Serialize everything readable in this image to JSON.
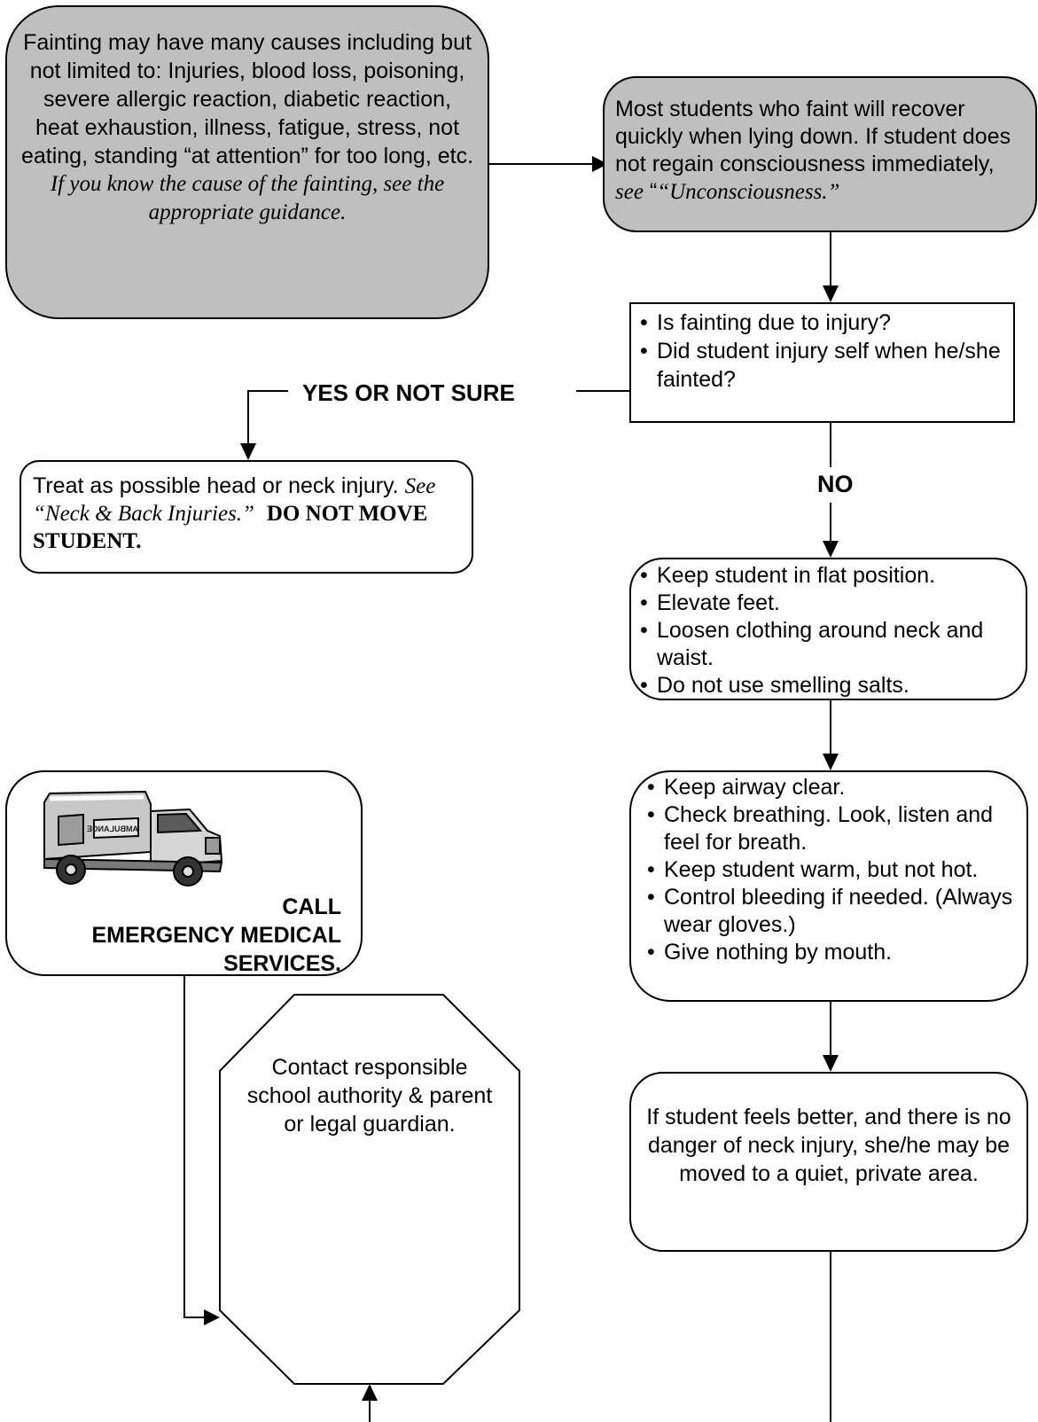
{
  "causes_box": {
    "text": "Fainting may have many causes including but not limited to:  Injuries, blood loss, poisoning, severe allergic reaction, diabetic reaction, heat exhaustion, illness, fatigue, stress, not eating, standing “at attention” for too long, etc.",
    "italic": "If you know the cause of the fainting, see the appropriate guidance."
  },
  "recover_box": {
    "text": "Most students who faint will recover quickly when lying down.  If student does not regain consciousness immediately, ",
    "see": "see",
    "ref": "“Unconsciousness.”"
  },
  "injury_question": {
    "items": [
      "Is fainting due to injury?",
      "Did student injury self when he/she fainted?"
    ]
  },
  "yes_label": "YES OR NOT SURE",
  "no_label": "NO",
  "head_neck_box": {
    "text": "Treat as possible head or neck injury. ",
    "italic": "See “Neck & Back Injuries.”",
    "bold": "DO NOT MOVE STUDENT."
  },
  "flat_box": {
    "items": [
      "Keep student in flat position.",
      "Elevate feet.",
      "Loosen clothing around neck and waist.",
      "Do not use smelling salts."
    ]
  },
  "airway_box": {
    "items": [
      "Keep airway clear.",
      "Check breathing. Look, listen and feel for breath.",
      "Keep student warm, but not hot.",
      "Control bleeding if needed. (Always wear gloves.)",
      "Give nothing by mouth."
    ]
  },
  "move_box": {
    "text": "If student feels better, and there is no danger of neck injury, she/he may be moved to a quiet, private area."
  },
  "ems_box": {
    "line1": "CALL",
    "line2": "EMERGENCY MEDICAL",
    "line3": "SERVICES.",
    "vehicle_lettering": "AMBULANCE",
    "icon": "ambulance-icon"
  },
  "contact_box": {
    "text": "Contact responsible school authority & parent or legal guardian."
  }
}
